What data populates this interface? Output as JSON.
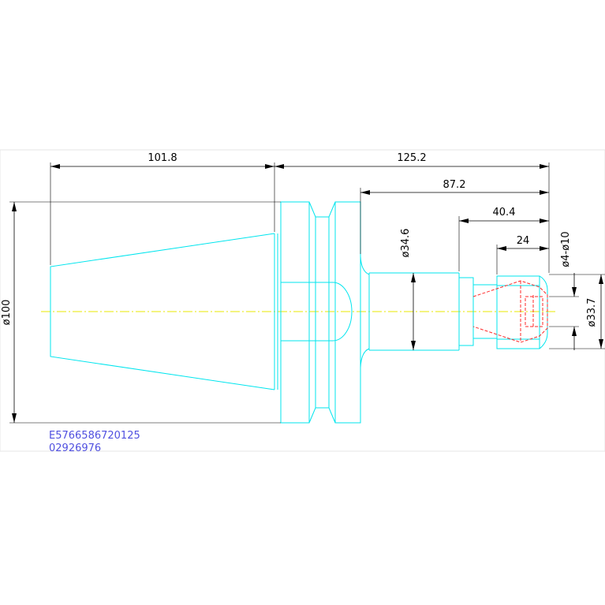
{
  "dimensions": {
    "taper_length": "101.8",
    "total_length": "125.2",
    "nose_length": "87.2",
    "collet_nut_length": "40.4",
    "collet_length": "24",
    "flange_diameter": "ø100",
    "shank_diameter": "ø34.6",
    "clamping_range": "ø4-ø10",
    "nut_diameter": "ø33.7"
  },
  "part_code": {
    "line1": "E5766586720125",
    "line2": "02926976"
  },
  "colors": {
    "part_outline": "#00e5ee",
    "collet_outline": "#ff2a2a",
    "centerline": "#e8e800",
    "dimension": "#000000",
    "part_code": "#5050e0"
  }
}
